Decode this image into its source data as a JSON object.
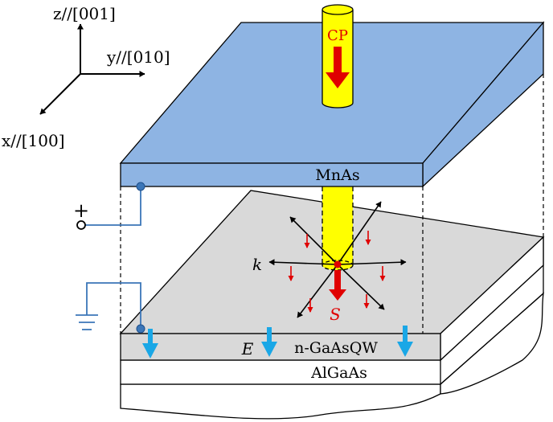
{
  "axes": {
    "z_label": "z//[001]",
    "y_label": "y//[010]",
    "x_label": "x//[100]"
  },
  "layers": {
    "top": "MnAs",
    "quantum_well": "n-GaAsQW",
    "barrier": "AlGaAs"
  },
  "beam": {
    "label": "CP"
  },
  "vectors": {
    "k": "k",
    "spin": "S",
    "field": "E"
  },
  "terminals": {
    "plus": "+"
  },
  "colors": {
    "mnas_layer": "#8eb4e3",
    "gaas_layer": "#d9d9d9",
    "beam": "#ffff00",
    "spin_arrow": "#e00000",
    "field_arrow": "#1aa7e6",
    "wire": "#3b76b8"
  }
}
